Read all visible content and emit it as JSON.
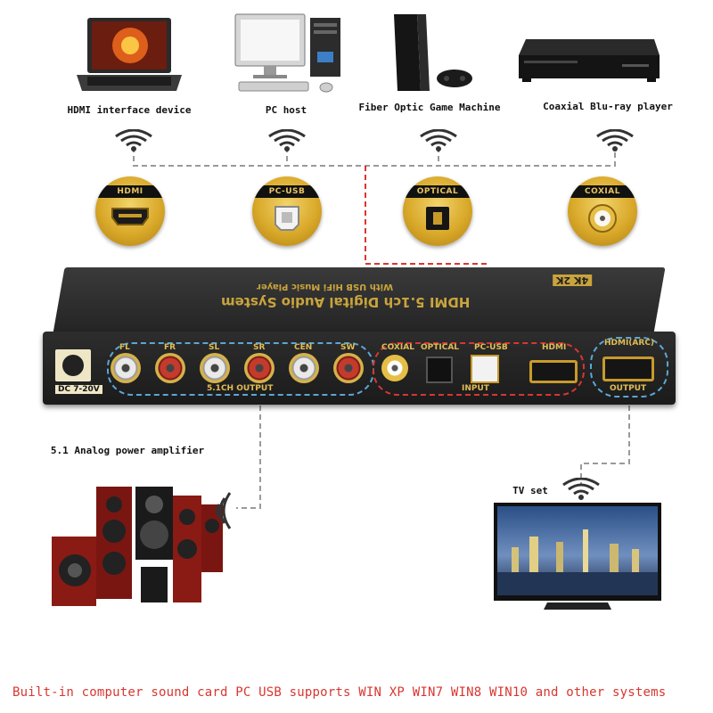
{
  "sources": [
    {
      "label": "HDMI interface device",
      "port": "HDMI"
    },
    {
      "label": "PC host",
      "port": "PC-USB"
    },
    {
      "label": "Fiber Optic Game Machine",
      "port": "OPTICAL"
    },
    {
      "label": "Coaxial Blu-ray player",
      "port": "COXIAL"
    }
  ],
  "device": {
    "title": "HDMI 5.1ch Digital Audio System",
    "subtitle": "With USB HiFi Music Player",
    "badge": "4K 2K",
    "power_label": "DC 7-20V",
    "outputs": [
      "FL",
      "FR",
      "SL",
      "SR",
      "CEN",
      "SW"
    ],
    "output_group_label": "5.1CH OUTPUT",
    "inputs": [
      "COXIAL",
      "OPTICAL",
      "PC-USB",
      "HDMI"
    ],
    "input_group_label": "INPUT",
    "hdmi_out_label": "HDMI(ARC)",
    "hdmi_out_group_label": "OUTPUT"
  },
  "destinations": {
    "amplifier_label": "5.1 Analog power amplifier",
    "tv_label": "TV set"
  },
  "footer": "Built-in computer sound card PC USB supports WIN XP WIN7 WIN8 WIN10 and other systems",
  "colors": {
    "gold": "#d9a92a",
    "accent_red": "#d93630",
    "dashed_gray": "#9a9a9a",
    "dashed_red": "#d93630",
    "dashed_blue": "#5aa7d6"
  },
  "icons": [
    "laptop-icon",
    "desktop-pc-icon",
    "game-console-icon",
    "bluray-player-icon",
    "wireless-signal-icon",
    "speaker-set-icon",
    "tv-icon"
  ]
}
